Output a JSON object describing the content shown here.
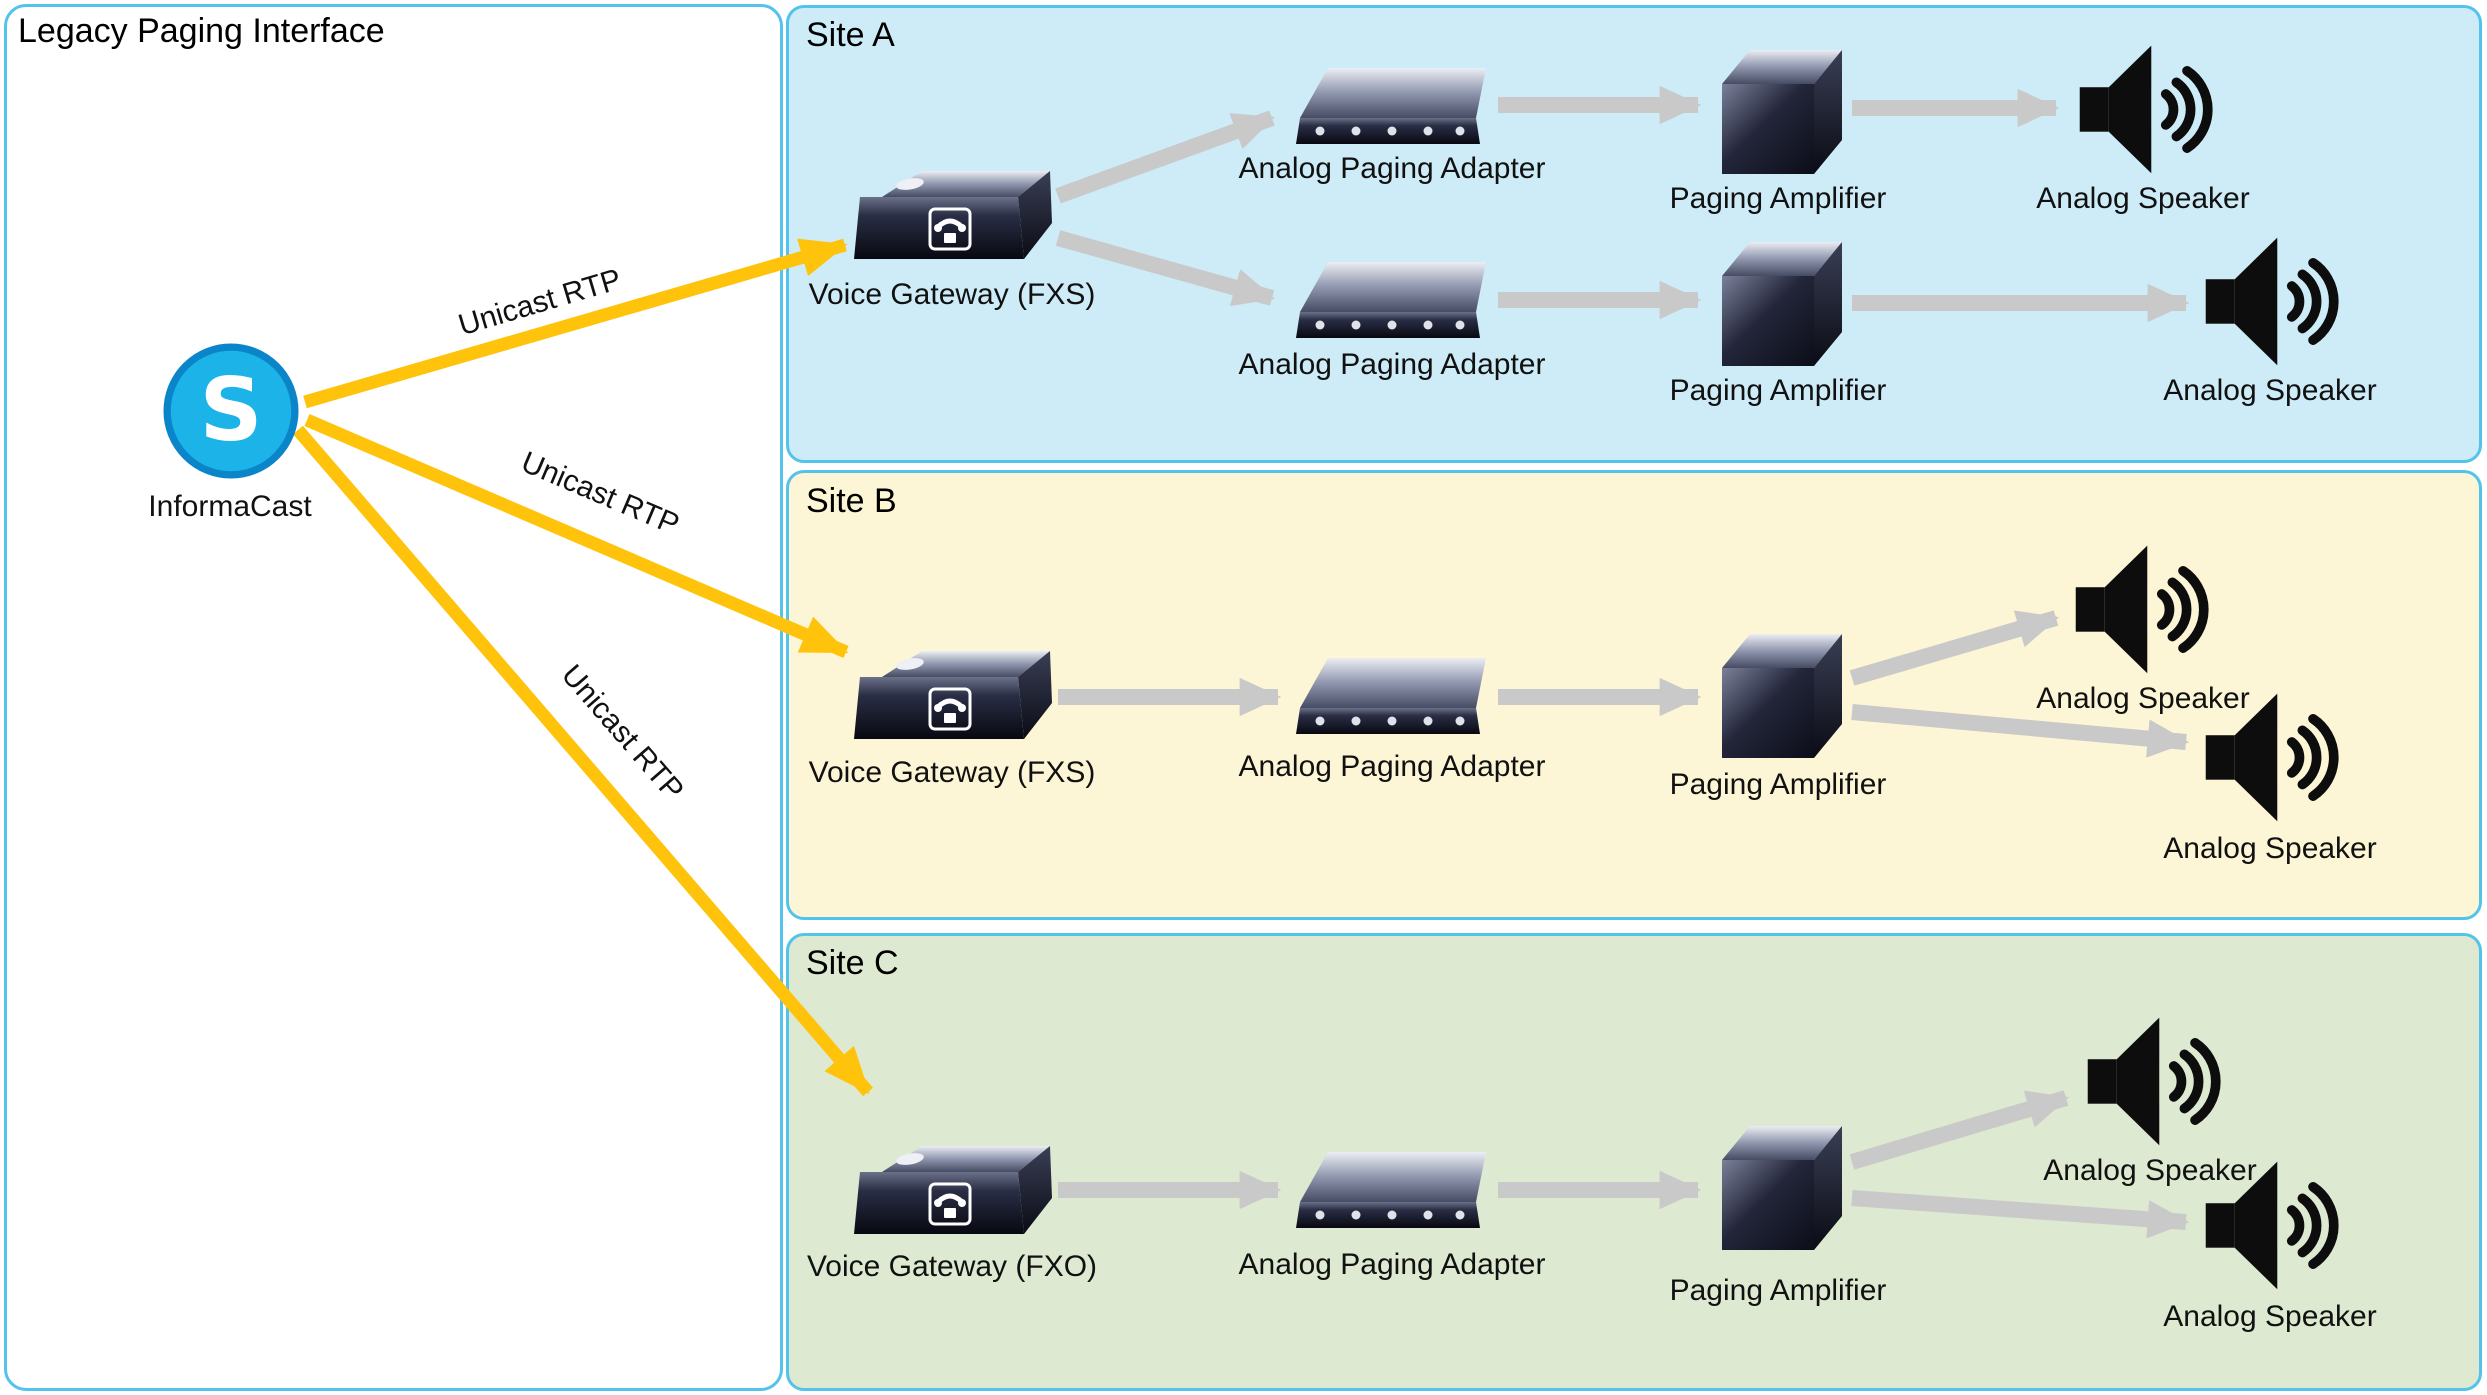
{
  "title": "Legacy Paging Interface",
  "source": {
    "label": "InformaCast",
    "logo_letter": "S"
  },
  "links": [
    {
      "label": "Unicast RTP",
      "target": "Site A"
    },
    {
      "label": "Unicast RTP",
      "target": "Site B"
    },
    {
      "label": "Unicast RTP",
      "target": "Site C"
    }
  ],
  "sites": [
    {
      "title": "Site A",
      "devices": [
        {
          "type": "voice-gateway",
          "label": "Voice Gateway (FXS)"
        },
        {
          "type": "analog-paging-adapter",
          "label": "Analog Paging Adapter"
        },
        {
          "type": "analog-paging-adapter",
          "label": "Analog Paging Adapter"
        },
        {
          "type": "paging-amplifier",
          "label": "Paging Amplifier"
        },
        {
          "type": "paging-amplifier",
          "label": "Paging Amplifier"
        },
        {
          "type": "analog-speaker",
          "label": "Analog Speaker"
        },
        {
          "type": "analog-speaker",
          "label": "Analog Speaker"
        }
      ]
    },
    {
      "title": "Site B",
      "devices": [
        {
          "type": "voice-gateway",
          "label": "Voice Gateway (FXS)"
        },
        {
          "type": "analog-paging-adapter",
          "label": "Analog Paging Adapter"
        },
        {
          "type": "paging-amplifier",
          "label": "Paging Amplifier"
        },
        {
          "type": "analog-speaker",
          "label": "Analog Speaker"
        },
        {
          "type": "analog-speaker",
          "label": "Analog Speaker"
        }
      ]
    },
    {
      "title": "Site C",
      "devices": [
        {
          "type": "voice-gateway",
          "label": "Voice Gateway (FXO)"
        },
        {
          "type": "analog-paging-adapter",
          "label": "Analog Paging Adapter"
        },
        {
          "type": "paging-amplifier",
          "label": "Paging Amplifier"
        },
        {
          "type": "analog-speaker",
          "label": "Analog Speaker"
        },
        {
          "type": "analog-speaker",
          "label": "Analog Speaker"
        }
      ]
    }
  ],
  "colors": {
    "site_a_fill": "#cdecf7",
    "site_b_fill": "#fdf6d6",
    "site_c_fill": "#dde9d0",
    "box_border": "#53c3eb",
    "rtp_arrow_yellow": "#ffc30b",
    "flow_arrow_gray": "#c9c9c9",
    "informacast_blue": "#1cb4e8"
  }
}
